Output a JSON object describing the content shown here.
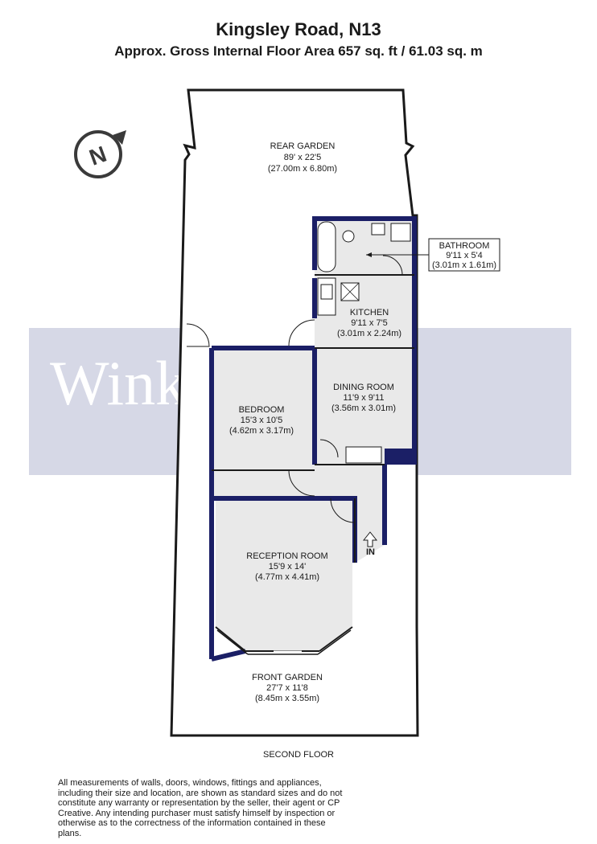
{
  "header": {
    "title": "Kingsley Road, N13",
    "subtitle": "Approx. Gross Internal Floor Area 657 sq. ft / 61.03 sq. m"
  },
  "compass": {
    "letter": "N",
    "icon": "north-compass-icon"
  },
  "watermark": "Winkworth",
  "rooms": {
    "rear_garden": {
      "name": "REAR GARDEN",
      "imperial": "89' x 22'5",
      "metric": "(27.00m x 6.80m)"
    },
    "bathroom": {
      "name": "BATHROOM",
      "imperial": "9'11 x 5'4",
      "metric": "(3.01m x 1.61m)"
    },
    "kitchen": {
      "name": "KITCHEN",
      "imperial": "9'11 x 7'5",
      "metric": "(3.01m x 2.24m)"
    },
    "dining_room": {
      "name": "DINING ROOM",
      "imperial": "11'9 x 9'11",
      "metric": "(3.56m x 3.01m)"
    },
    "bedroom": {
      "name": "BEDROOM",
      "imperial": "15'3 x 10'5",
      "metric": "(4.62m x 3.17m)"
    },
    "reception_room": {
      "name": "RECEPTION ROOM",
      "imperial": "15'9 x 14'",
      "metric": "(4.77m x 4.41m)"
    },
    "front_garden": {
      "name": "FRONT GARDEN",
      "imperial": "27'7 x 11'8",
      "metric": "(8.45m x 3.55m)"
    }
  },
  "entrance_label": "IN",
  "floor_label": "SECOND FLOOR",
  "disclaimer": "All measurements of walls, doors, windows, fittings and appliances, including their size and location, are shown as standard sizes and do not constitute any warranty or representation by the seller, their agent or CP Creative. Any intending purchaser must satisfy himself by inspection or otherwise as to the correctness of the information contained in these plans.",
  "colors": {
    "wall": "#1b1f66",
    "room_fill": "#e9e9e9",
    "watermark_band": "#d6d8e6",
    "outline": "#1a1a1a"
  }
}
